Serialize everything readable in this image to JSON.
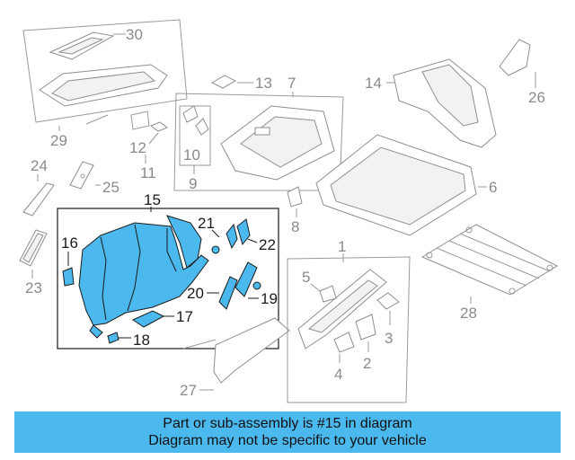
{
  "callouts": {
    "c1": "1",
    "c2": "2",
    "c3": "3",
    "c4": "4",
    "c5": "5",
    "c6": "6",
    "c7": "7",
    "c8": "8",
    "c9": "9",
    "c10": "10",
    "c11": "11",
    "c12": "12",
    "c13": "13",
    "c14": "14",
    "c15": "15",
    "c16": "16",
    "c17": "17",
    "c18": "18",
    "c19": "19",
    "c20": "20",
    "c21": "21",
    "c22": "22",
    "c23": "23",
    "c24": "24",
    "c25": "25",
    "c26": "26",
    "c27": "27",
    "c28": "28",
    "c29": "29",
    "c30": "30"
  },
  "banner": {
    "line1": "Part or sub-assembly is #15 in diagram",
    "line2": "Diagram may not be specific to your vehicle"
  },
  "colors": {
    "highlight": "#4bb8ee",
    "banner": "#4bb8ee",
    "line": "#9a9a9a"
  }
}
